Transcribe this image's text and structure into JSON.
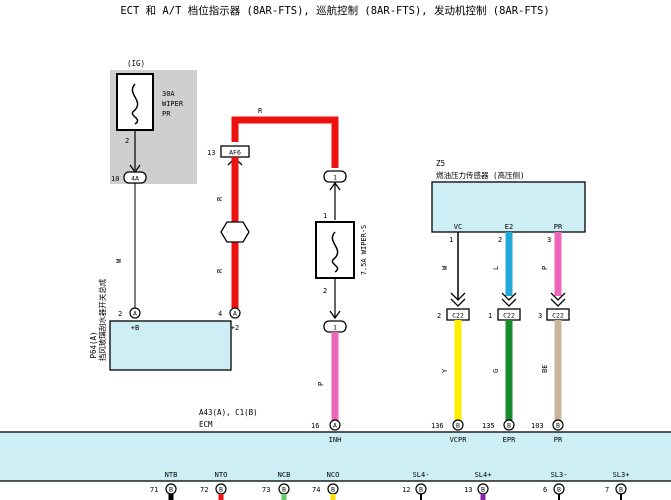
{
  "header": {
    "title": "ECT 和 A/T 档位指示器 (8AR-FTS), 巡航控制 (8AR-FTS), 发动机控制 (8AR-FTS)"
  },
  "fuse_box": {
    "ig": "(IG)",
    "rating": "30A",
    "name1": "WIPER",
    "name2": "PR",
    "pin": "2"
  },
  "conn_4a": {
    "pin": "10",
    "code": "4A"
  },
  "wire_w1": "W",
  "wire_r_top": "R",
  "conn_af6": {
    "pin": "13",
    "code": "AF6"
  },
  "wire_r_v1": "R",
  "wire_r_v2": "R",
  "splice_top": {
    "code": "1"
  },
  "fuse_75a": {
    "top_pin": "1",
    "bottom_pin": "2",
    "label": "7.5A WIPER-S"
  },
  "splice_bot": {
    "code": "1"
  },
  "wire_p": "P",
  "relay_box": {
    "label1": "P64(A)",
    "label2": "挡风玻璃刮水器开关总成",
    "pin_b": {
      "num": "2",
      "code": "A",
      "name": "+B"
    },
    "pin_2": {
      "num": "4",
      "code": "A",
      "name": "+2"
    }
  },
  "sensor": {
    "code": "Z5",
    "name": "燃油压力传感器 (高压侧)",
    "pins": [
      {
        "pin": "1",
        "name": "VC",
        "wire": "W",
        "conn_pin": "2",
        "conn": "C22",
        "wire2": "Y",
        "color": "#ffee00"
      },
      {
        "pin": "2",
        "name": "E2",
        "wire": "L",
        "conn_pin": "1",
        "conn": "C22",
        "wire2": "G",
        "color": "#1a8a2e"
      },
      {
        "pin": "3",
        "name": "PR",
        "wire": "P",
        "conn_pin": "3",
        "conn": "C22",
        "wire2": "BE",
        "color": "#c8b49a"
      }
    ]
  },
  "ecm": {
    "label1": "A43(A), C1(B)",
    "label2": "ECM",
    "top_pins": [
      {
        "num": "16",
        "code": "A",
        "name": "INH"
      },
      {
        "num": "136",
        "code": "B",
        "name": "VCPR"
      },
      {
        "num": "135",
        "code": "B",
        "name": "EPR"
      },
      {
        "num": "103",
        "code": "B",
        "name": "PR"
      }
    ],
    "bottom_pins": [
      {
        "num": "71",
        "code": "B",
        "name": "NTB"
      },
      {
        "num": "72",
        "code": "B",
        "name": "NTO"
      },
      {
        "num": "73",
        "code": "B",
        "name": "NCB"
      },
      {
        "num": "74",
        "code": "B",
        "name": "NCO"
      },
      {
        "num": "12",
        "code": "B",
        "name": "SL4-"
      },
      {
        "num": "13",
        "code": "B",
        "name": "SL4+"
      },
      {
        "num": "6",
        "code": "B",
        "name": "SL3-"
      },
      {
        "num": "7",
        "code": "B",
        "name": "SL3+"
      }
    ]
  }
}
